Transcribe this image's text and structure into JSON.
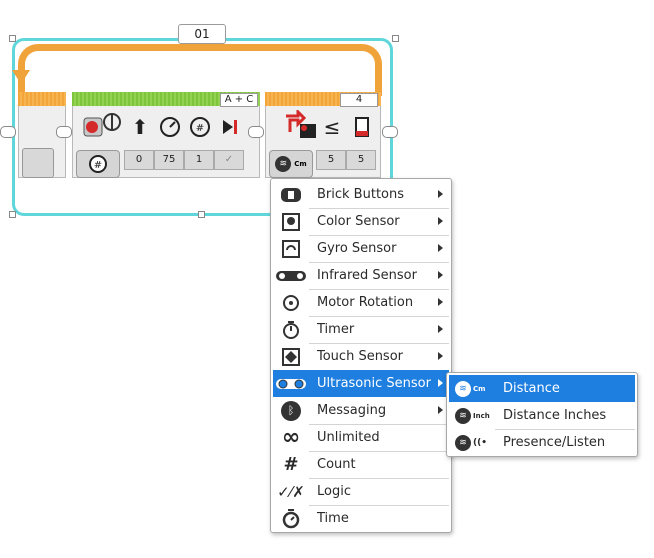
{
  "loop": {
    "label": "01",
    "colors": {
      "border": "#5fd6da",
      "arc": "#f0a33b"
    }
  },
  "motor_block": {
    "port": "A + C",
    "params": [
      "0",
      "75",
      "1"
    ],
    "colors": {
      "header": "#7dc53b"
    }
  },
  "wait_block": {
    "port": "4",
    "mode_label": "Cm",
    "comparison": "≤",
    "params": [
      "5",
      "5"
    ],
    "colors": {
      "header": "#f3a53a"
    }
  },
  "menu": {
    "items": [
      {
        "label": "Brick Buttons",
        "icon": "brick-buttons-icon",
        "has_submenu": true
      },
      {
        "label": "Color Sensor",
        "icon": "color-sensor-icon",
        "has_submenu": true
      },
      {
        "label": "Gyro Sensor",
        "icon": "gyro-sensor-icon",
        "has_submenu": true
      },
      {
        "label": "Infrared Sensor",
        "icon": "infrared-sensor-icon",
        "has_submenu": true
      },
      {
        "label": "Motor Rotation",
        "icon": "motor-rotation-icon",
        "has_submenu": true
      },
      {
        "label": "Timer",
        "icon": "timer-icon",
        "has_submenu": true
      },
      {
        "label": "Touch Sensor",
        "icon": "touch-sensor-icon",
        "has_submenu": true
      },
      {
        "label": "Ultrasonic Sensor",
        "icon": "ultrasonic-sensor-icon",
        "has_submenu": true,
        "selected": true
      },
      {
        "label": "Messaging",
        "icon": "bluetooth-icon",
        "has_submenu": true
      },
      {
        "label": "Unlimited",
        "icon": "infinity-icon",
        "has_submenu": false
      },
      {
        "label": "Count",
        "icon": "hash-icon",
        "has_submenu": false
      },
      {
        "label": "Logic",
        "icon": "logic-icon",
        "has_submenu": false
      },
      {
        "label": "Time",
        "icon": "stopwatch-icon",
        "has_submenu": false
      }
    ],
    "selected_color": "#1e7fe0"
  },
  "submenu": {
    "items": [
      {
        "label": "Distance Centimeters",
        "unit": "Cm",
        "selected": true
      },
      {
        "label": "Distance Inches",
        "unit": "Inch"
      },
      {
        "label": "Presence/Listen",
        "unit": "((•"
      }
    ]
  }
}
